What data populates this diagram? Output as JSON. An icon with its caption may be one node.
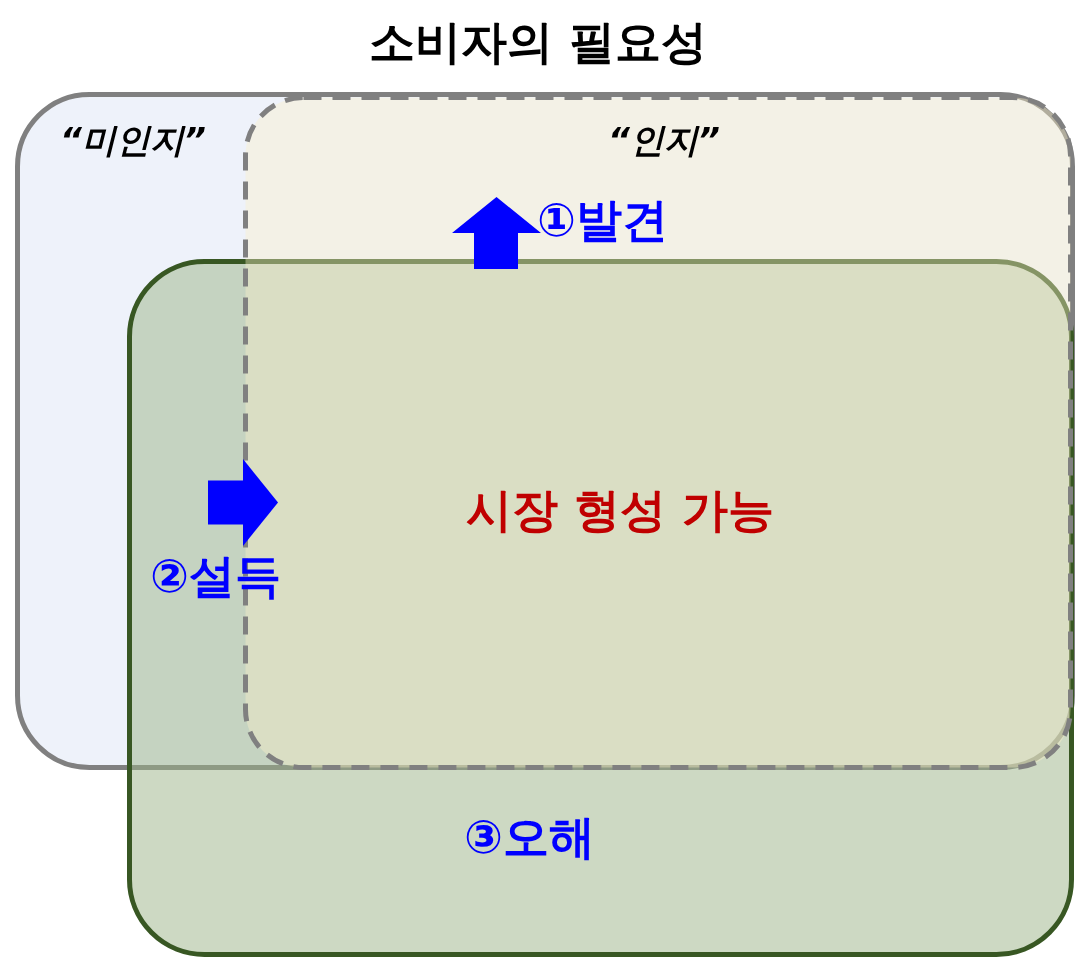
{
  "diagram": {
    "title": "소비자의 필요성",
    "nodes": [
      {
        "text": [
          "“미인지”"
        ]
      },
      {
        "text": [
          "“인지”"
        ],
        "in": 0
      },
      {
        "text": [],
        "shape": "box"
      }
    ],
    "edges": [
      {
        "from": 2,
        "to": 1,
        "arrow": "to"
      }
    ],
    "labels": [
      "①발견",
      "시장 형성 가능",
      "②설득",
      "③오해"
    ]
  }
}
